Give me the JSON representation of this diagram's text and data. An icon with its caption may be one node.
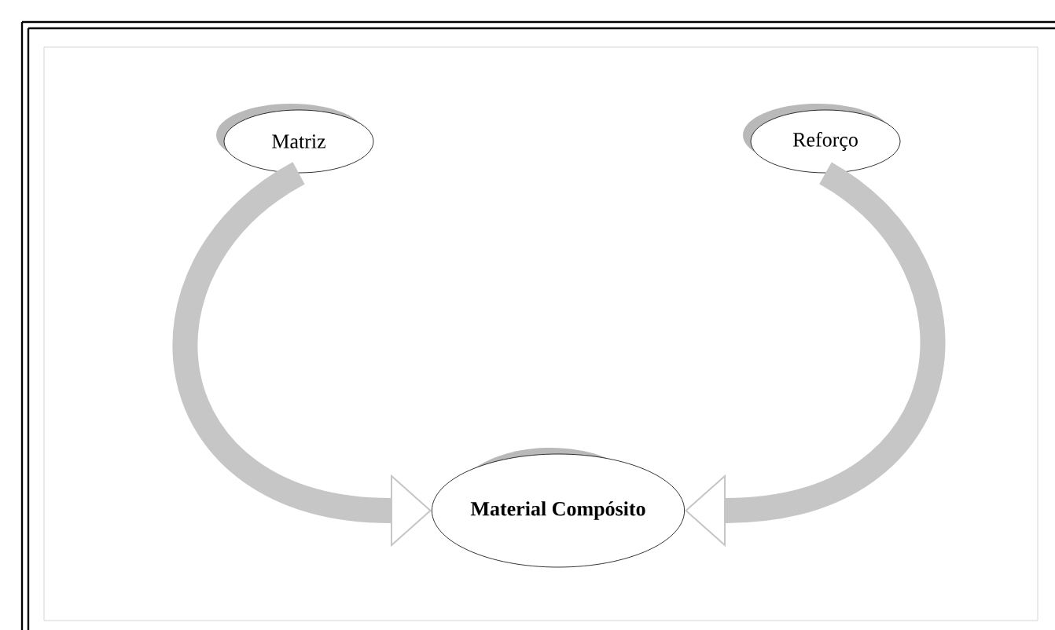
{
  "diagram": {
    "nodes": [
      {
        "text": [
          "Matriz"
        ]
      },
      {
        "text": [
          "Reforço"
        ]
      },
      {
        "text": [
          "Material Compósito"
        ]
      }
    ],
    "edges": [
      {
        "from": 0,
        "to": 2,
        "arrow": "to"
      },
      {
        "from": 1,
        "to": 2,
        "arrow": "to"
      }
    ]
  }
}
